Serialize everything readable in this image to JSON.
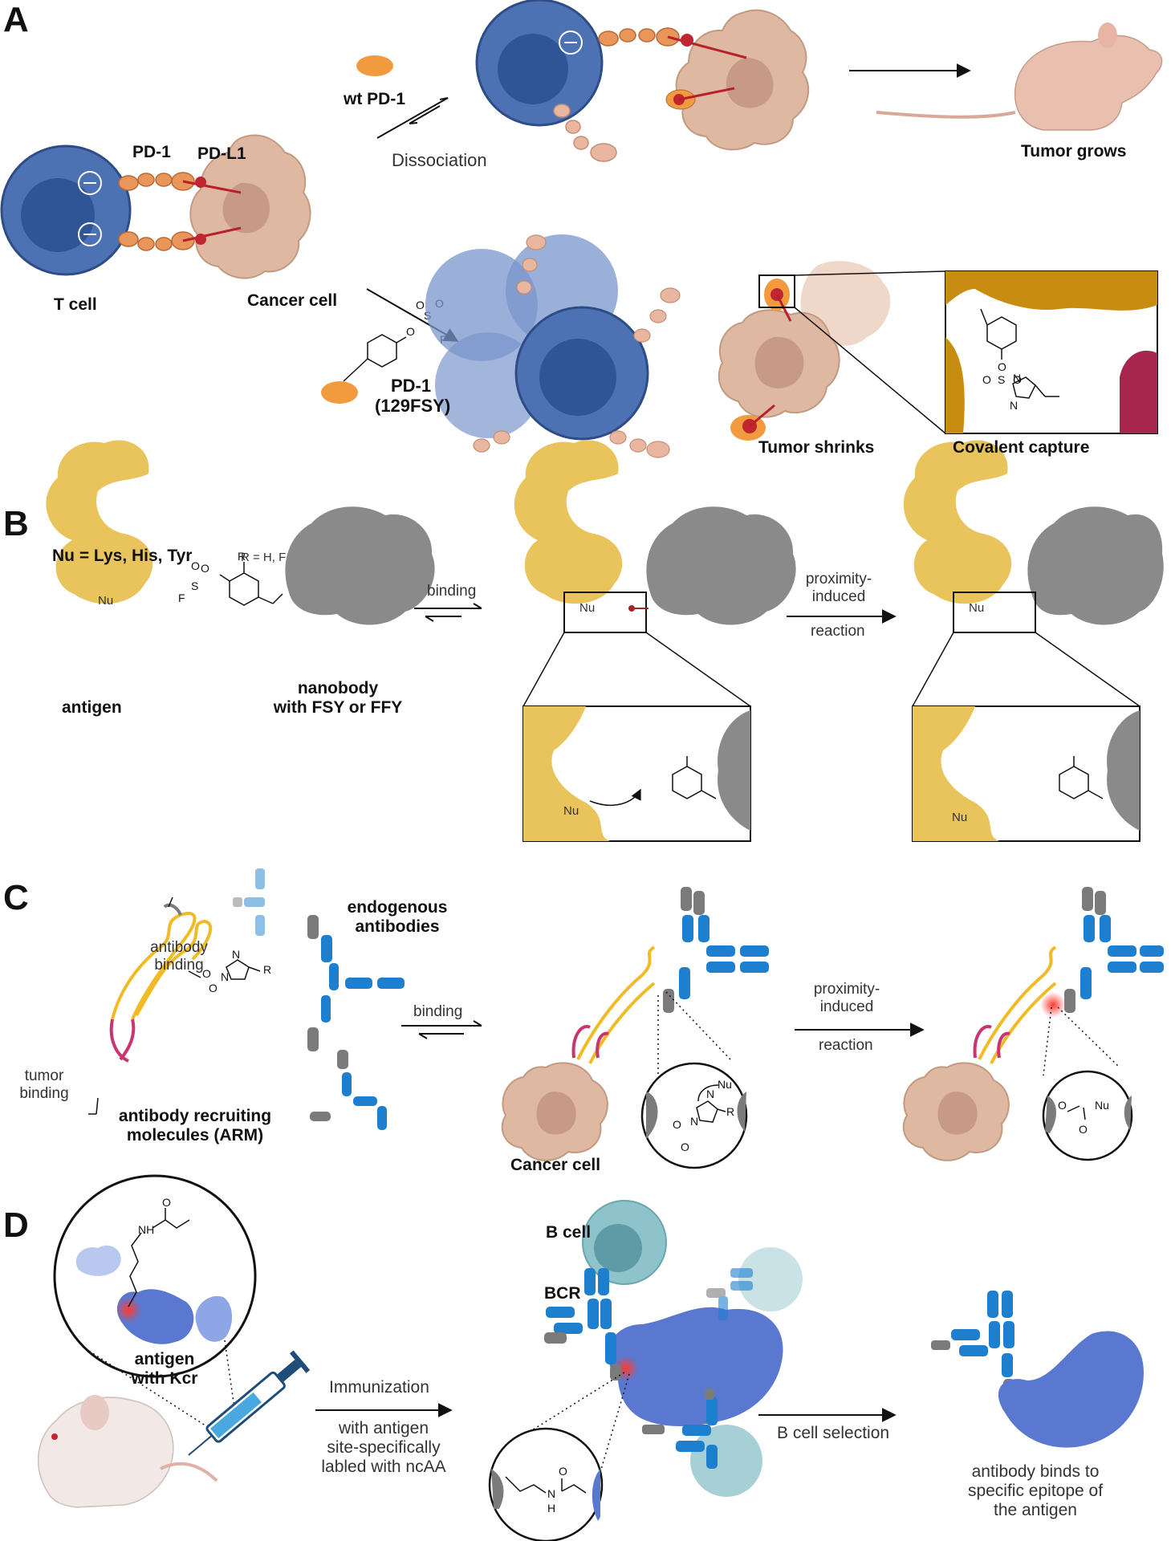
{
  "panels": {
    "a": {
      "letter": "A",
      "pd1": "PD-1",
      "pdl1": "PD-L1",
      "t_cell": "T cell",
      "cancer_cell": "Cancer cell",
      "wt_pd1": "wt PD-1",
      "dissociation": "Dissociation",
      "tumor_grows": "Tumor grows",
      "pd1_129fsy_line1": "PD-1",
      "pd1_129fsy_line2": "(129FSY)",
      "tumor_shrinks": "Tumor shrinks",
      "covalent_capture": "Covalent capture"
    },
    "b": {
      "letter": "B",
      "nu_def": "Nu = Lys, His, Tyr",
      "r_def": "R = H, F",
      "nu": "Nu",
      "antigen": "antigen",
      "nanobody_line1": "nanobody",
      "nanobody_line2": "with FSY or FFY",
      "binding": "binding",
      "proximity_line1": "proximity-",
      "proximity_line2": "induced",
      "reaction": "reaction"
    },
    "c": {
      "letter": "C",
      "antibody_binding_line1": "antibody",
      "antibody_binding_line2": "binding",
      "endogenous_line1": "endogenous",
      "endogenous_line2": "antibodies",
      "tumor_binding_line1": "tumor",
      "tumor_binding_line2": "binding",
      "arm_line1": "antibody recruiting",
      "arm_line2": "molecules (ARM)",
      "binding": "binding",
      "proximity_line1": "proximity-",
      "proximity_line2": "induced",
      "reaction": "reaction",
      "cancer_cell": "Cancer cell",
      "nu": "Nu"
    },
    "d": {
      "letter": "D",
      "antigen_line1": "antigen",
      "antigen_line2": "with Kcr",
      "b_cell": "B cell",
      "bcr": "BCR",
      "immunization": "Immunization",
      "with_antigen_line1": "with antigen",
      "with_antigen_line2": "site-specifically",
      "with_antigen_line3": "labled with ncAA",
      "b_cell_selection": "B cell selection",
      "result_line1": "antibody binds to",
      "result_line2": "specific epitope of",
      "result_line3": "the antigen"
    }
  },
  "colors": {
    "t_cell": "#3f66a8",
    "cancer_cell": "#dfb8a1",
    "pd1": "#e9965a",
    "pdl1": "#b8202b",
    "antigen_yellow": "#e9c45c",
    "nanobody_gray": "#8a8a8a",
    "antibody_blue": "#1e7fcf",
    "antibody_gray": "#7b7b7b",
    "arm_pink": "#c8356f",
    "bcell": "#8fc3cc",
    "antigen_blue": "#5a78cf"
  }
}
